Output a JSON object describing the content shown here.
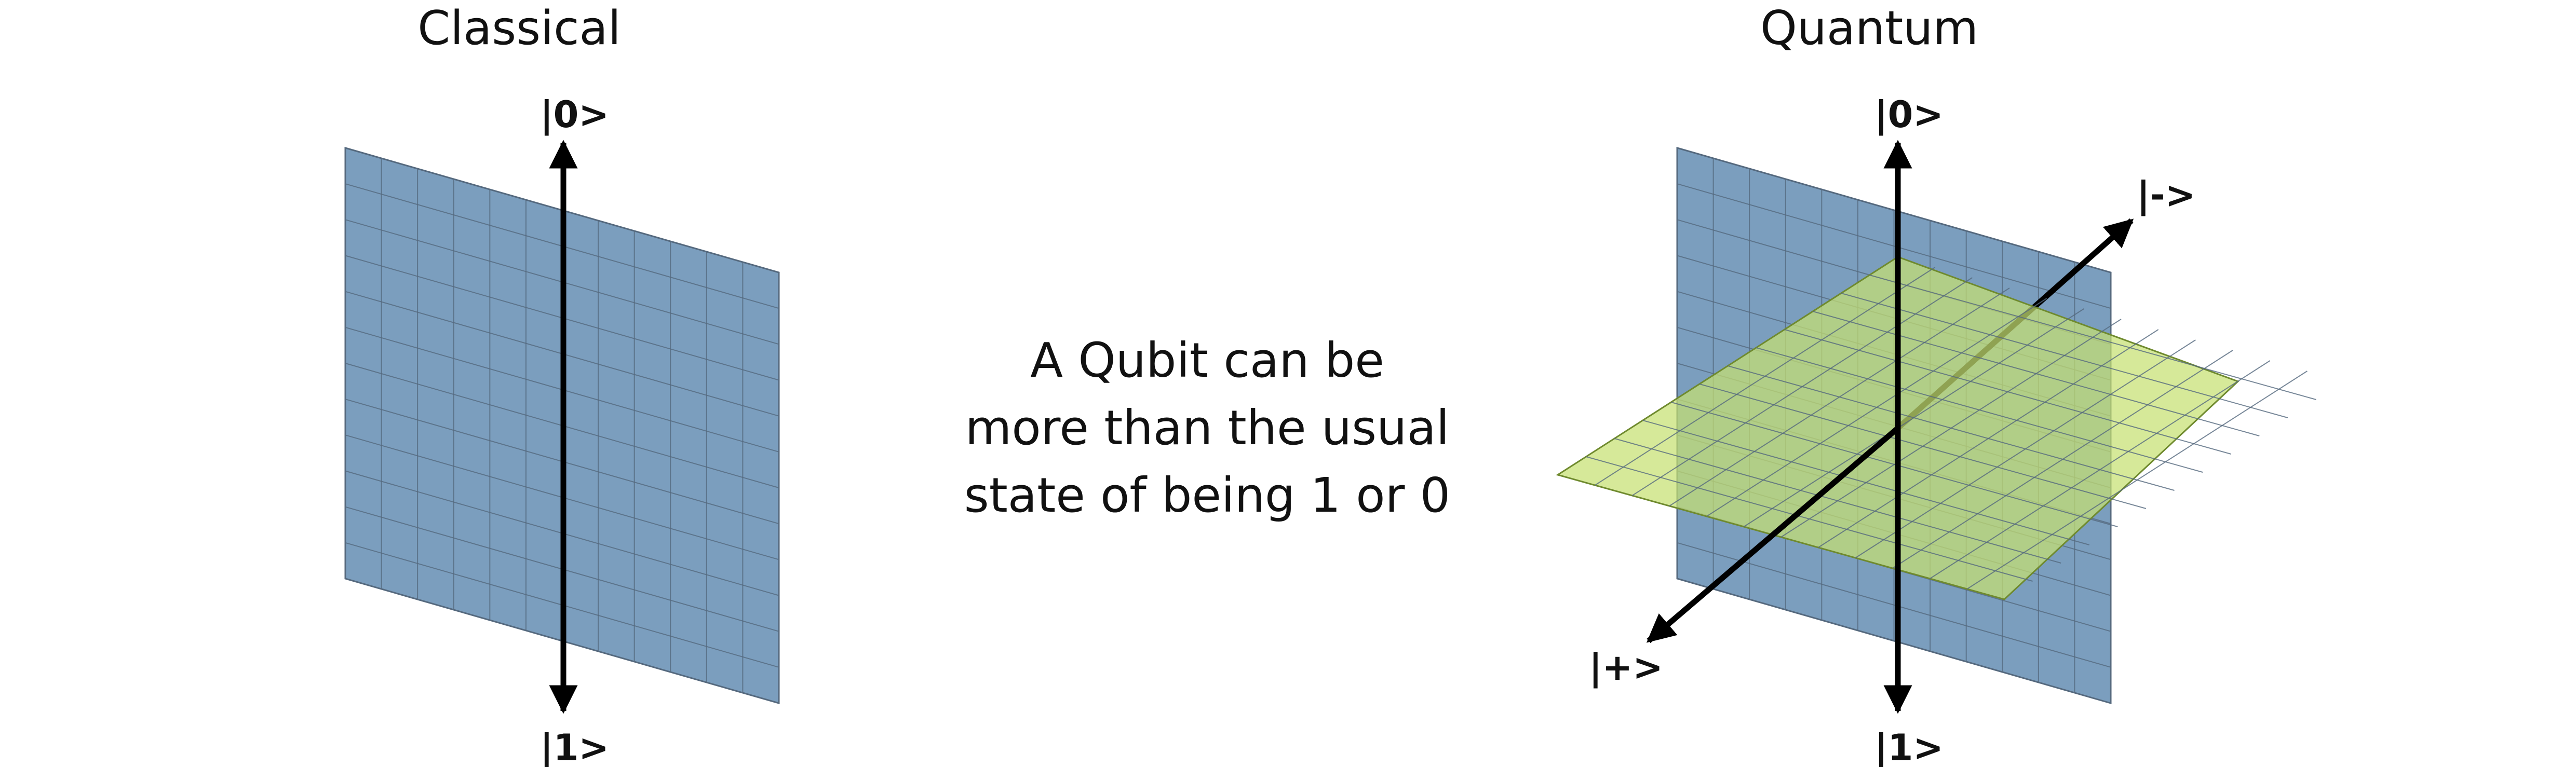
{
  "panels": {
    "classical": {
      "title": "Classical",
      "labels": {
        "top": "|0>",
        "bottom": "|1>"
      }
    },
    "quantum": {
      "title": "Quantum",
      "labels": {
        "top": "|0>",
        "bottom": "|1>",
        "minus": "|->",
        "plus": "|+>"
      }
    }
  },
  "caption": {
    "lines": [
      "A Qubit can be",
      "more than the usual",
      "state of being 1 or 0"
    ]
  },
  "colors": {
    "blue_plane": "#7b9ebe",
    "green_plane": "#c6e072",
    "grid_line": "#55697e",
    "axis": "#000000",
    "text": "#111111"
  }
}
